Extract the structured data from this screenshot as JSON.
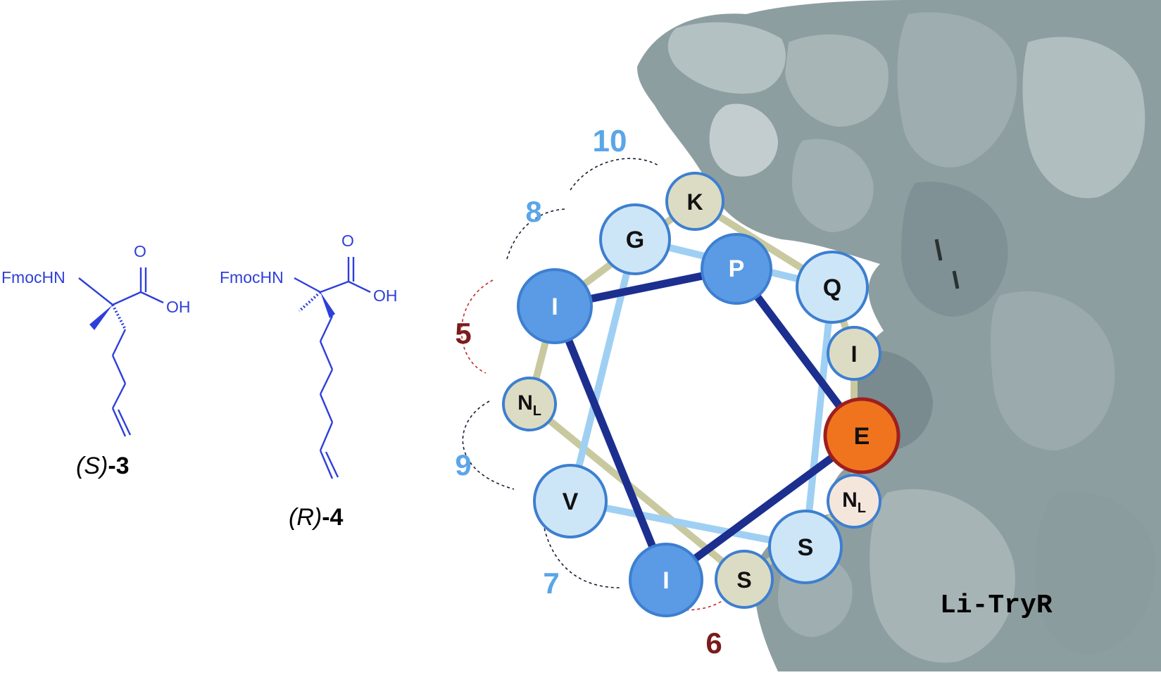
{
  "molecules": [
    {
      "fmoc_label": "FmocHN",
      "oxygen_label": "O",
      "hydroxyl_label": "OH",
      "name_prefix": "(S)",
      "name_number": "-3"
    },
    {
      "fmoc_label": "FmocHN",
      "oxygen_label": "O",
      "hydroxyl_label": "OH",
      "name_prefix": "(R)",
      "name_number": "-4"
    }
  ],
  "helical_wheel": {
    "residues": [
      {
        "letter": "P",
        "sub": ""
      },
      {
        "letter": "Q",
        "sub": ""
      },
      {
        "letter": "I",
        "sub": ""
      },
      {
        "letter": "E",
        "sub": ""
      },
      {
        "letter": "N",
        "sub": "L"
      },
      {
        "letter": "S",
        "sub": ""
      },
      {
        "letter": "S",
        "sub": ""
      },
      {
        "letter": "I",
        "sub": ""
      },
      {
        "letter": "V",
        "sub": ""
      },
      {
        "letter": "N",
        "sub": "L"
      },
      {
        "letter": "I",
        "sub": ""
      },
      {
        "letter": "G",
        "sub": ""
      },
      {
        "letter": "K",
        "sub": ""
      }
    ],
    "position_labels": [
      {
        "text": "10",
        "color": "#5aa6e8"
      },
      {
        "text": "8",
        "color": "#5aa6e8"
      },
      {
        "text": "5",
        "color": "#7a1c1c"
      },
      {
        "text": "9",
        "color": "#5aa6e8"
      },
      {
        "text": "7",
        "color": "#5aa6e8"
      },
      {
        "text": "6",
        "color": "#7a1c1c"
      }
    ]
  },
  "protein_label": "Li-TryR",
  "colors": {
    "chem_blue": "#2d3fd9",
    "dark_blue": "#1c2f8f",
    "mid_blue": "#5b9be5",
    "light_blue": "#cde6f7",
    "olive": "#dcdcc4",
    "orange": "#f0741e",
    "peach": "#f5e6dc",
    "protein_grey": "#8d9ea1"
  }
}
